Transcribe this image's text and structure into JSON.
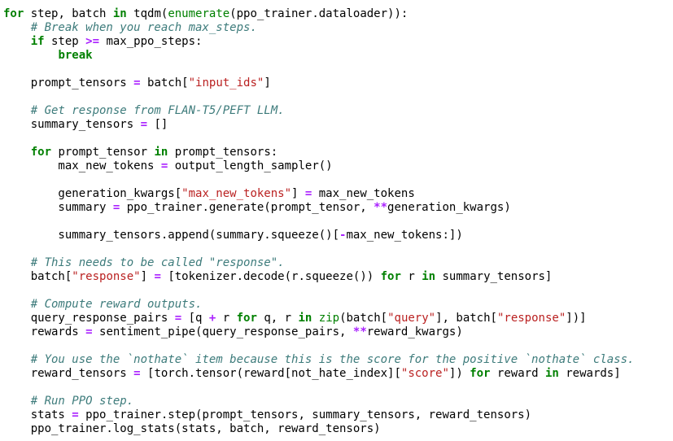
{
  "colors": {
    "keyword": "#008000",
    "string": "#ba2121",
    "comment": "#3d7b7b",
    "operator": "#aa22ff",
    "builtin": "#008000",
    "text": "#000000",
    "background": "#ffffff"
  },
  "lines": [
    [
      {
        "t": "kw",
        "v": "for"
      },
      {
        "t": "pl",
        "v": " step, batch "
      },
      {
        "t": "kw",
        "v": "in"
      },
      {
        "t": "pl",
        "v": " tqdm("
      },
      {
        "t": "fn",
        "v": "enumerate"
      },
      {
        "t": "pl",
        "v": "(ppo_trainer.dataloader)):"
      }
    ],
    [
      {
        "t": "pl",
        "v": "    "
      },
      {
        "t": "cmt",
        "v": "# Break when you reach max_steps."
      }
    ],
    [
      {
        "t": "pl",
        "v": "    "
      },
      {
        "t": "kw",
        "v": "if"
      },
      {
        "t": "pl",
        "v": " step "
      },
      {
        "t": "op",
        "v": ">="
      },
      {
        "t": "pl",
        "v": " max_ppo_steps:"
      }
    ],
    [
      {
        "t": "pl",
        "v": "        "
      },
      {
        "t": "kw",
        "v": "break"
      }
    ],
    [],
    [
      {
        "t": "pl",
        "v": "    prompt_tensors "
      },
      {
        "t": "op",
        "v": "="
      },
      {
        "t": "pl",
        "v": " batch["
      },
      {
        "t": "str",
        "v": "\"input_ids\""
      },
      {
        "t": "pl",
        "v": "]"
      }
    ],
    [],
    [
      {
        "t": "pl",
        "v": "    "
      },
      {
        "t": "cmt",
        "v": "# Get response from FLAN-T5/PEFT LLM."
      }
    ],
    [
      {
        "t": "pl",
        "v": "    summary_tensors "
      },
      {
        "t": "op",
        "v": "="
      },
      {
        "t": "pl",
        "v": " []"
      }
    ],
    [],
    [
      {
        "t": "pl",
        "v": "    "
      },
      {
        "t": "kw",
        "v": "for"
      },
      {
        "t": "pl",
        "v": " prompt_tensor "
      },
      {
        "t": "kw",
        "v": "in"
      },
      {
        "t": "pl",
        "v": " prompt_tensors:"
      }
    ],
    [
      {
        "t": "pl",
        "v": "        max_new_tokens "
      },
      {
        "t": "op",
        "v": "="
      },
      {
        "t": "pl",
        "v": " output_length_sampler()"
      }
    ],
    [],
    [
      {
        "t": "pl",
        "v": "        generation_kwargs["
      },
      {
        "t": "str",
        "v": "\"max_new_tokens\""
      },
      {
        "t": "pl",
        "v": "] "
      },
      {
        "t": "op",
        "v": "="
      },
      {
        "t": "pl",
        "v": " max_new_tokens"
      }
    ],
    [
      {
        "t": "pl",
        "v": "        summary "
      },
      {
        "t": "op",
        "v": "="
      },
      {
        "t": "pl",
        "v": " ppo_trainer.generate(prompt_tensor, "
      },
      {
        "t": "op",
        "v": "**"
      },
      {
        "t": "pl",
        "v": "generation_kwargs)"
      }
    ],
    [],
    [
      {
        "t": "pl",
        "v": "        summary_tensors.append(summary.squeeze()["
      },
      {
        "t": "op",
        "v": "-"
      },
      {
        "t": "pl",
        "v": "max_new_tokens:])"
      }
    ],
    [],
    [
      {
        "t": "pl",
        "v": "    "
      },
      {
        "t": "cmt",
        "v": "# This needs to be called \"response\"."
      }
    ],
    [
      {
        "t": "pl",
        "v": "    batch["
      },
      {
        "t": "str",
        "v": "\"response\""
      },
      {
        "t": "pl",
        "v": "] "
      },
      {
        "t": "op",
        "v": "="
      },
      {
        "t": "pl",
        "v": " [tokenizer.decode(r.squeeze()) "
      },
      {
        "t": "kw",
        "v": "for"
      },
      {
        "t": "pl",
        "v": " r "
      },
      {
        "t": "kw",
        "v": "in"
      },
      {
        "t": "pl",
        "v": " summary_tensors]"
      }
    ],
    [],
    [
      {
        "t": "pl",
        "v": "    "
      },
      {
        "t": "cmt",
        "v": "# Compute reward outputs."
      }
    ],
    [
      {
        "t": "pl",
        "v": "    query_response_pairs "
      },
      {
        "t": "op",
        "v": "="
      },
      {
        "t": "pl",
        "v": " [q "
      },
      {
        "t": "op",
        "v": "+"
      },
      {
        "t": "pl",
        "v": " r "
      },
      {
        "t": "kw",
        "v": "for"
      },
      {
        "t": "pl",
        "v": " q, r "
      },
      {
        "t": "kw",
        "v": "in"
      },
      {
        "t": "pl",
        "v": " "
      },
      {
        "t": "fn",
        "v": "zip"
      },
      {
        "t": "pl",
        "v": "(batch["
      },
      {
        "t": "str",
        "v": "\"query\""
      },
      {
        "t": "pl",
        "v": "], batch["
      },
      {
        "t": "str",
        "v": "\"response\""
      },
      {
        "t": "pl",
        "v": "])]"
      }
    ],
    [
      {
        "t": "pl",
        "v": "    rewards "
      },
      {
        "t": "op",
        "v": "="
      },
      {
        "t": "pl",
        "v": " sentiment_pipe(query_response_pairs, "
      },
      {
        "t": "op",
        "v": "**"
      },
      {
        "t": "pl",
        "v": "reward_kwargs)"
      }
    ],
    [],
    [
      {
        "t": "pl",
        "v": "    "
      },
      {
        "t": "cmt",
        "v": "# You use the `nothate` item because this is the score for the positive `nothate` class."
      }
    ],
    [
      {
        "t": "pl",
        "v": "    reward_tensors "
      },
      {
        "t": "op",
        "v": "="
      },
      {
        "t": "pl",
        "v": " [torch.tensor(reward[not_hate_index]["
      },
      {
        "t": "str",
        "v": "\"score\""
      },
      {
        "t": "pl",
        "v": "]) "
      },
      {
        "t": "kw",
        "v": "for"
      },
      {
        "t": "pl",
        "v": " reward "
      },
      {
        "t": "kw",
        "v": "in"
      },
      {
        "t": "pl",
        "v": " rewards]"
      }
    ],
    [],
    [
      {
        "t": "pl",
        "v": "    "
      },
      {
        "t": "cmt",
        "v": "# Run PPO step."
      }
    ],
    [
      {
        "t": "pl",
        "v": "    stats "
      },
      {
        "t": "op",
        "v": "="
      },
      {
        "t": "pl",
        "v": " ppo_trainer.step(prompt_tensors, summary_tensors, reward_tensors)"
      }
    ],
    [
      {
        "t": "pl",
        "v": "    ppo_trainer.log_stats(stats, batch, reward_tensors)"
      }
    ]
  ]
}
